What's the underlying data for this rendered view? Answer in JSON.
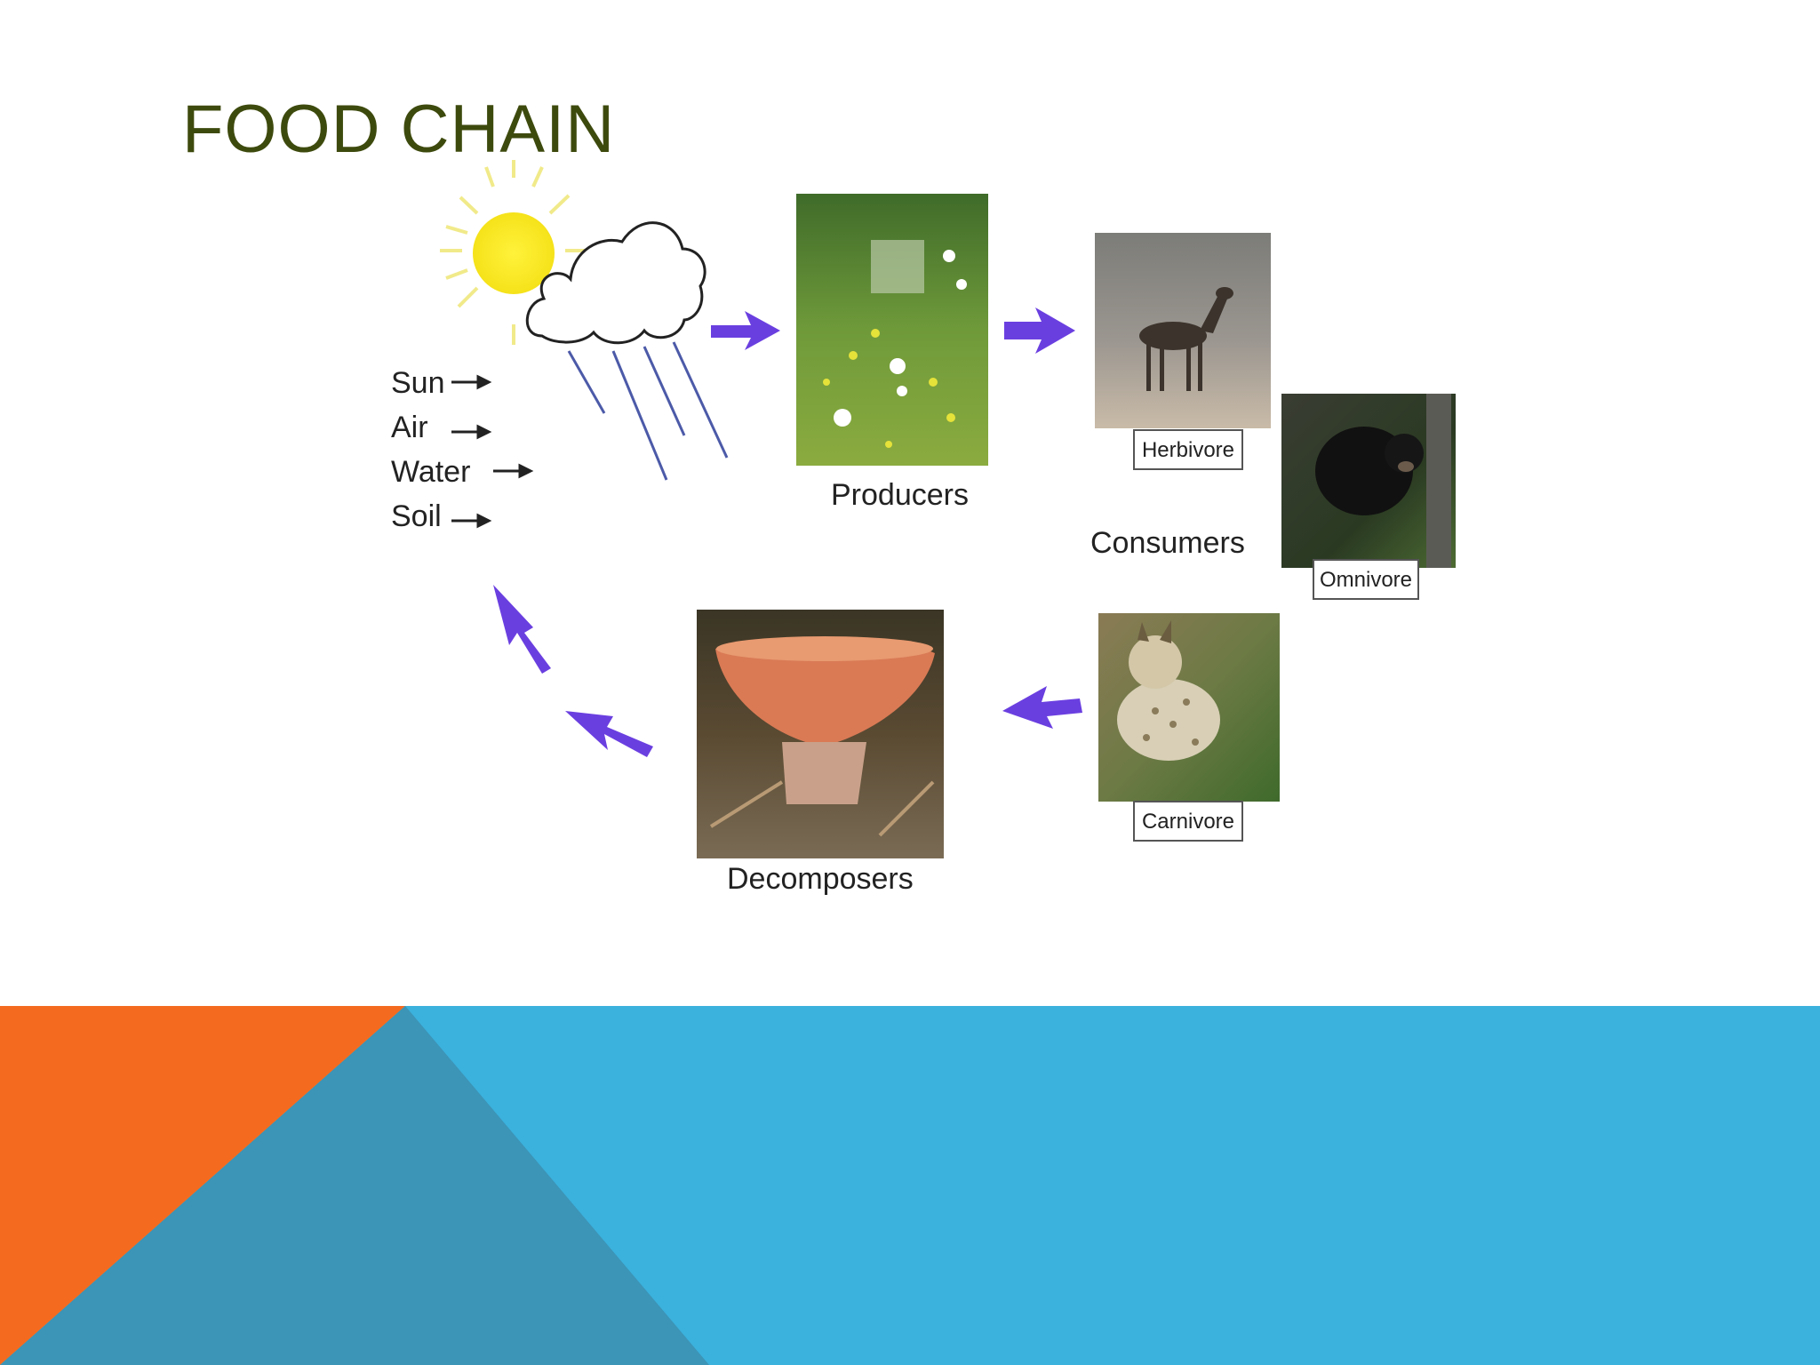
{
  "slide": {
    "title": "FOOD CHAIN"
  },
  "diagram": {
    "inputs": [
      "Sun",
      "Air",
      "Water",
      "Soil"
    ],
    "producers_label": "Producers",
    "consumers_label": "Consumers",
    "herbivore_label": "Herbivore",
    "omnivore_label": "Omnivore",
    "carnivore_label": "Carnivore",
    "decomposers_label": "Decomposers"
  },
  "colors": {
    "title": "#3d4a0d",
    "arrow": "#6a3fe0",
    "band_blue": "#3bb1dd",
    "band_dark_blue": "#3c94b6",
    "band_orange": "#f46b1f"
  }
}
